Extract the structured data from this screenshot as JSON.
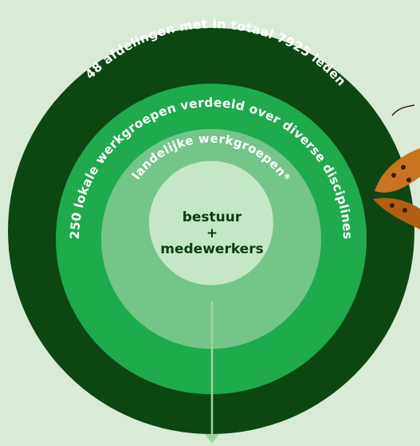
{
  "colors": {
    "background": "#d9ead7",
    "ring_outer": "#0b4613",
    "ring_second": "#1faa4b",
    "ring_third": "#74c58a",
    "core": "#c6e6c8",
    "arrow": "#9fd3a4",
    "core_text": "#0b3d12",
    "ring_text": "#ffffff"
  },
  "rings": {
    "outer": {
      "label": "48 afdelingen met in totaal 7925 leden"
    },
    "second": {
      "label": "250 lokale werkgroepen verdeeld over diverse disciplines"
    },
    "third": {
      "label": "landelijke werkgroepen*"
    }
  },
  "core": {
    "line1": "bestuur",
    "line2": "+",
    "line3": "medewerkers"
  },
  "decoration": {
    "icon": "butterfly-icon"
  }
}
